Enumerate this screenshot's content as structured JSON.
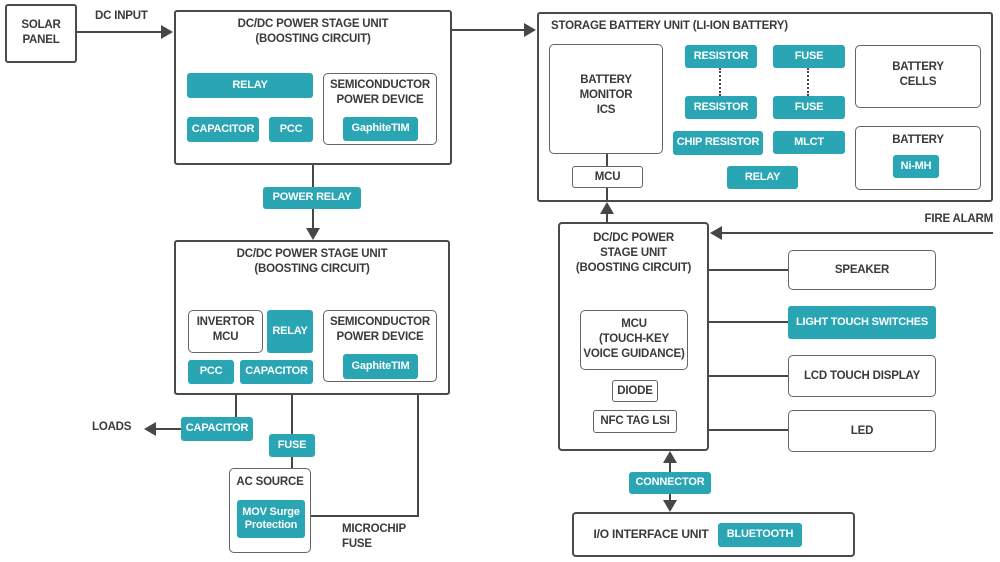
{
  "colors": {
    "teal": "#29a5b3",
    "line": "#474747",
    "text": "#3a3a3a",
    "background": "#ffffff"
  },
  "diagram": {
    "solar_panel": "SOLAR\nPANEL",
    "dc_input_label": "DC INPUT",
    "unit1": {
      "title": "DC/DC POWER STAGE UNIT\n(BOOSTING CIRCUIT)",
      "relay": "RELAY",
      "capacitor": "CAPACITOR",
      "pcc": "PCC",
      "semiconductor": {
        "title": "SEMICONDUCTOR\nPOWER DEVICE",
        "gaphite": "GaphiteTIM"
      }
    },
    "power_relay": "POWER RELAY",
    "unit2": {
      "title": "DC/DC POWER STAGE UNIT\n(BOOSTING CIRCUIT)",
      "invertor_mcu": "INVERTOR\nMCU",
      "relay": "RELAY",
      "pcc": "PCC",
      "capacitor": "CAPACITOR",
      "semiconductor": {
        "title": "SEMICONDUCTOR\nPOWER DEVICE",
        "gaphite": "GaphiteTIM"
      }
    },
    "loads_label": "LOADS",
    "capacitor_out": "CAPACITOR",
    "fuse_out": "FUSE",
    "ac_source": {
      "title": "AC SOURCE",
      "mov": "MOV Surge\nProtection"
    },
    "microchip_fuse_label": "MICROCHIP\nFUSE",
    "storage": {
      "title": "STORAGE BATTERY UNIT (LI-ION BATTERY)",
      "battery_monitor": "BATTERY\nMONITOR\nICS",
      "mcu": "MCU",
      "resistor_top": "RESISTOR",
      "resistor_bottom": "RESISTOR",
      "chip_resistor": "CHIP RESISTOR",
      "relay": "RELAY",
      "fuse_top": "FUSE",
      "fuse_bottom": "FUSE",
      "mlct": "MLCT",
      "battery_cells": "BATTERY\nCELLS",
      "battery": {
        "title": "BATTERY",
        "nimh": "Ni-MH"
      }
    },
    "unit3": {
      "title": "DC/DC POWER\nSTAGE UNIT\n(BOOSTING CIRCUIT)",
      "mcu_touch": "MCU\n(TOUCH-KEY\nVOICE GUIDANCE)",
      "diode": "DIODE",
      "nfc": "NFC TAG LSI"
    },
    "fire_alarm_label": "FIRE ALARM",
    "peripherals": {
      "speaker": "SPEAKER",
      "light_touch_switches": "LIGHT TOUCH SWITCHES",
      "lcd_touch_display": "LCD TOUCH DISPLAY",
      "led": "LED"
    },
    "connector": "CONNECTOR",
    "io_unit": {
      "title": "I/O INTERFACE UNIT",
      "bluetooth": "BLUETOOTH"
    }
  }
}
